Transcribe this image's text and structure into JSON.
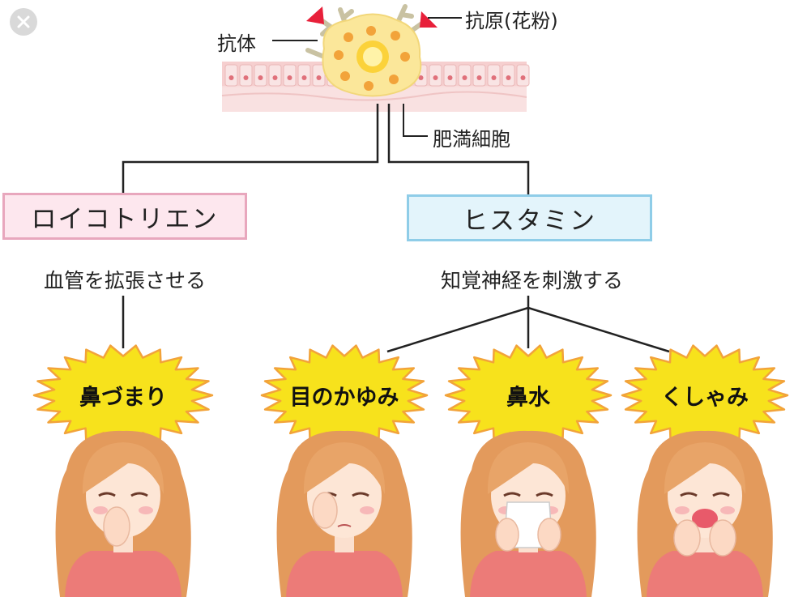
{
  "close_icon": "close-icon",
  "cell_labels": {
    "antibody": "抗体",
    "antigen": "抗原(花粉)",
    "mast_cell": "肥満細胞"
  },
  "mediators": {
    "left": {
      "name": "ロイコトリエン",
      "effect": "血管を拡張させる",
      "color": "#e8a7bd"
    },
    "right": {
      "name": "ヒスタミン",
      "effect": "知覚神経を刺激する",
      "color": "#8fcde8"
    }
  },
  "symptoms": [
    {
      "label": "鼻づまり"
    },
    {
      "label": "目のかゆみ"
    },
    {
      "label": "鼻水"
    },
    {
      "label": "くしゃみ"
    }
  ],
  "colors": {
    "burst": "#f7e21c",
    "burst_stroke": "#f2a33a",
    "tissue": "#f6cfcf",
    "cell": "#fbe79a",
    "hair": "#e39a5c",
    "shirt": "#ec7b78"
  }
}
